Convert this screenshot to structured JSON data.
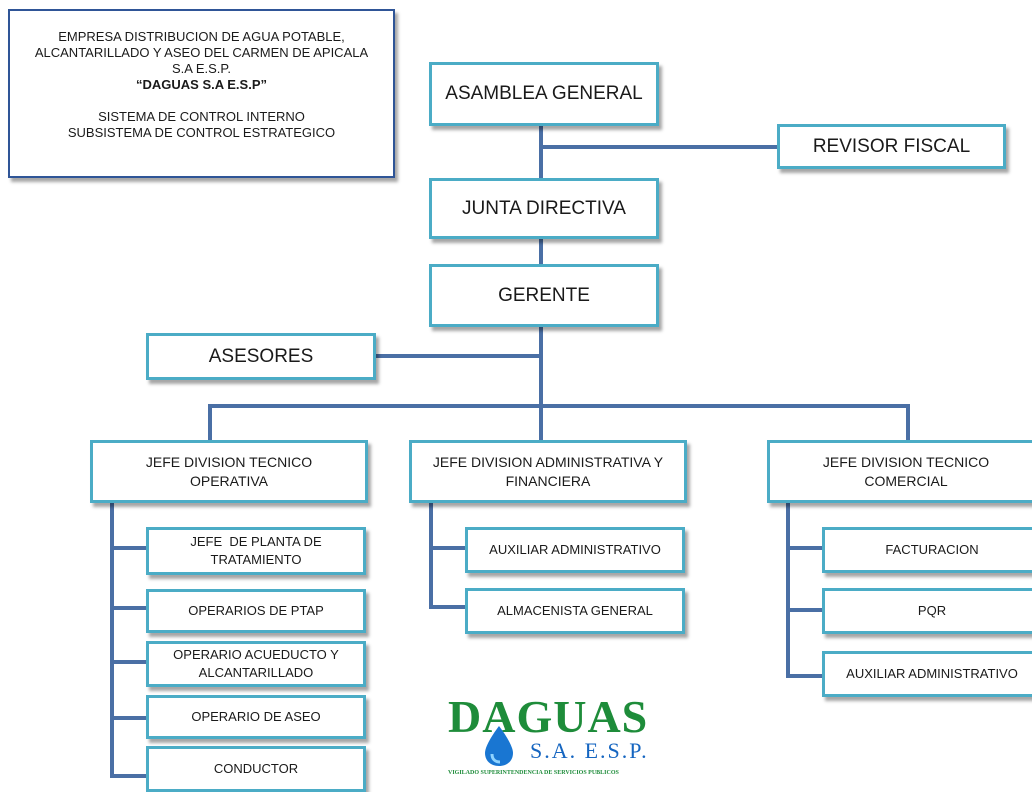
{
  "header": {
    "line1": "EMPRESA DISTRIBUCION DE AGUA POTABLE,",
    "line2": "ALCANTARILLADO Y ASEO DEL CARMEN DE APICALA",
    "line3": "S.A E.S.P.",
    "line4": "“DAGUAS S.A E.S.P”",
    "line5": "SISTEMA DE CONTROL INTERNO",
    "line6": "SUBSISTEMA DE CONTROL ESTRATEGICO"
  },
  "org": {
    "asamblea": "ASAMBLEA GENERAL",
    "revisor": "REVISOR FISCAL",
    "junta": "JUNTA DIRECTIVA",
    "gerente": "GERENTE",
    "asesores": "ASESORES",
    "div_tecnico_operativa": {
      "line1": "JEFE DIVISION TECNICO",
      "line2": "OPERATIVA"
    },
    "div_administrativa": {
      "line1": "JEFE DIVISION ADMINISTRATIVA Y",
      "line2": "FINANCIERA"
    },
    "div_comercial": {
      "line1": "JEFE DIVISION TECNICO",
      "line2": "COMERCIAL"
    },
    "operativa_units": {
      "planta": {
        "line1": "JEFE  DE PLANTA DE",
        "line2": "TRATAMIENTO"
      },
      "ptap": "OPERARIOS DE PTAP",
      "acueducto": {
        "line1": "OPERARIO ACUEDUCTO Y",
        "line2": "ALCANTARILLADO"
      },
      "aseo": "OPERARIO DE ASEO",
      "conductor": "CONDUCTOR"
    },
    "administrativa_units": {
      "auxiliar": "AUXILIAR ADMINISTRATIVO",
      "almacenista": "ALMACENISTA GENERAL"
    },
    "comercial_units": {
      "facturacion": "FACTURACION",
      "pqr": "PQR",
      "auxiliar": "AUXILIAR ADMINISTRATIVO"
    }
  },
  "logo": {
    "name": "DAGUAS",
    "sub": "S.A.   E.S.P.",
    "tagline": "VIGILADO SUPERINTENDENCIA DE SERVICIOS PUBLICOS"
  },
  "colors": {
    "box_border": "#4bacc6",
    "connector": "#4a6fa5",
    "logo_green": "#1e8c3a",
    "logo_blue": "#1565c0"
  }
}
